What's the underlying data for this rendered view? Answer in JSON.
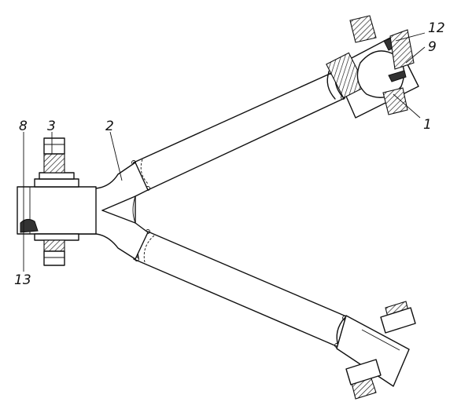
{
  "labels": {
    "l1": "1",
    "l2": "2",
    "l3": "3",
    "l8": "8",
    "l9": "9",
    "l12": "12",
    "l13": "13"
  }
}
